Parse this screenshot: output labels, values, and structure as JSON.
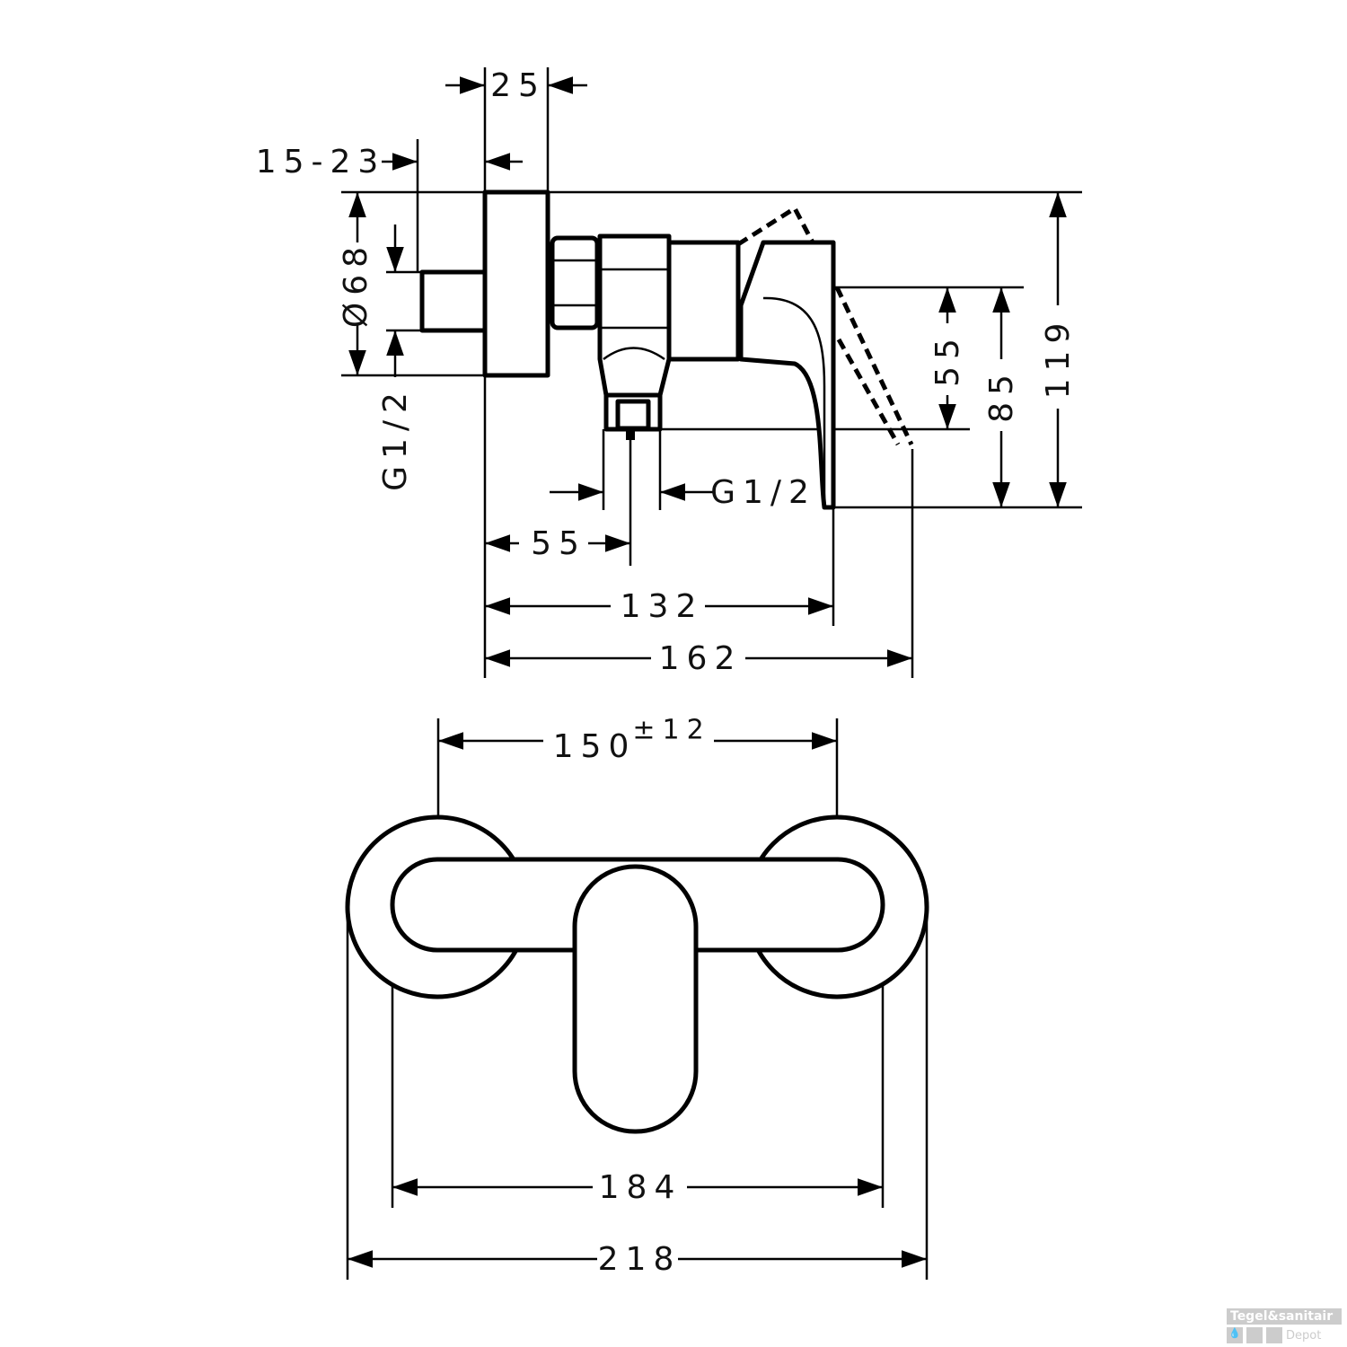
{
  "side_view": {
    "dim_depth_25": "25",
    "dim_wall_15_23": "15-23",
    "dim_diameter_68": "Ø68",
    "dim_thread_left": "G1/2",
    "dim_55_vertical": "55",
    "dim_85": "85",
    "dim_119": "119",
    "dim_thread_bottom": "G1/2",
    "dim_55_horizontal": "55",
    "dim_132": "132",
    "dim_162": "162"
  },
  "front_view": {
    "dim_150": "150",
    "dim_150_tolerance": "±12",
    "dim_184": "184",
    "dim_218": "218"
  },
  "watermark": {
    "line1": "Tegel&sanitair",
    "line2": "Depot"
  }
}
